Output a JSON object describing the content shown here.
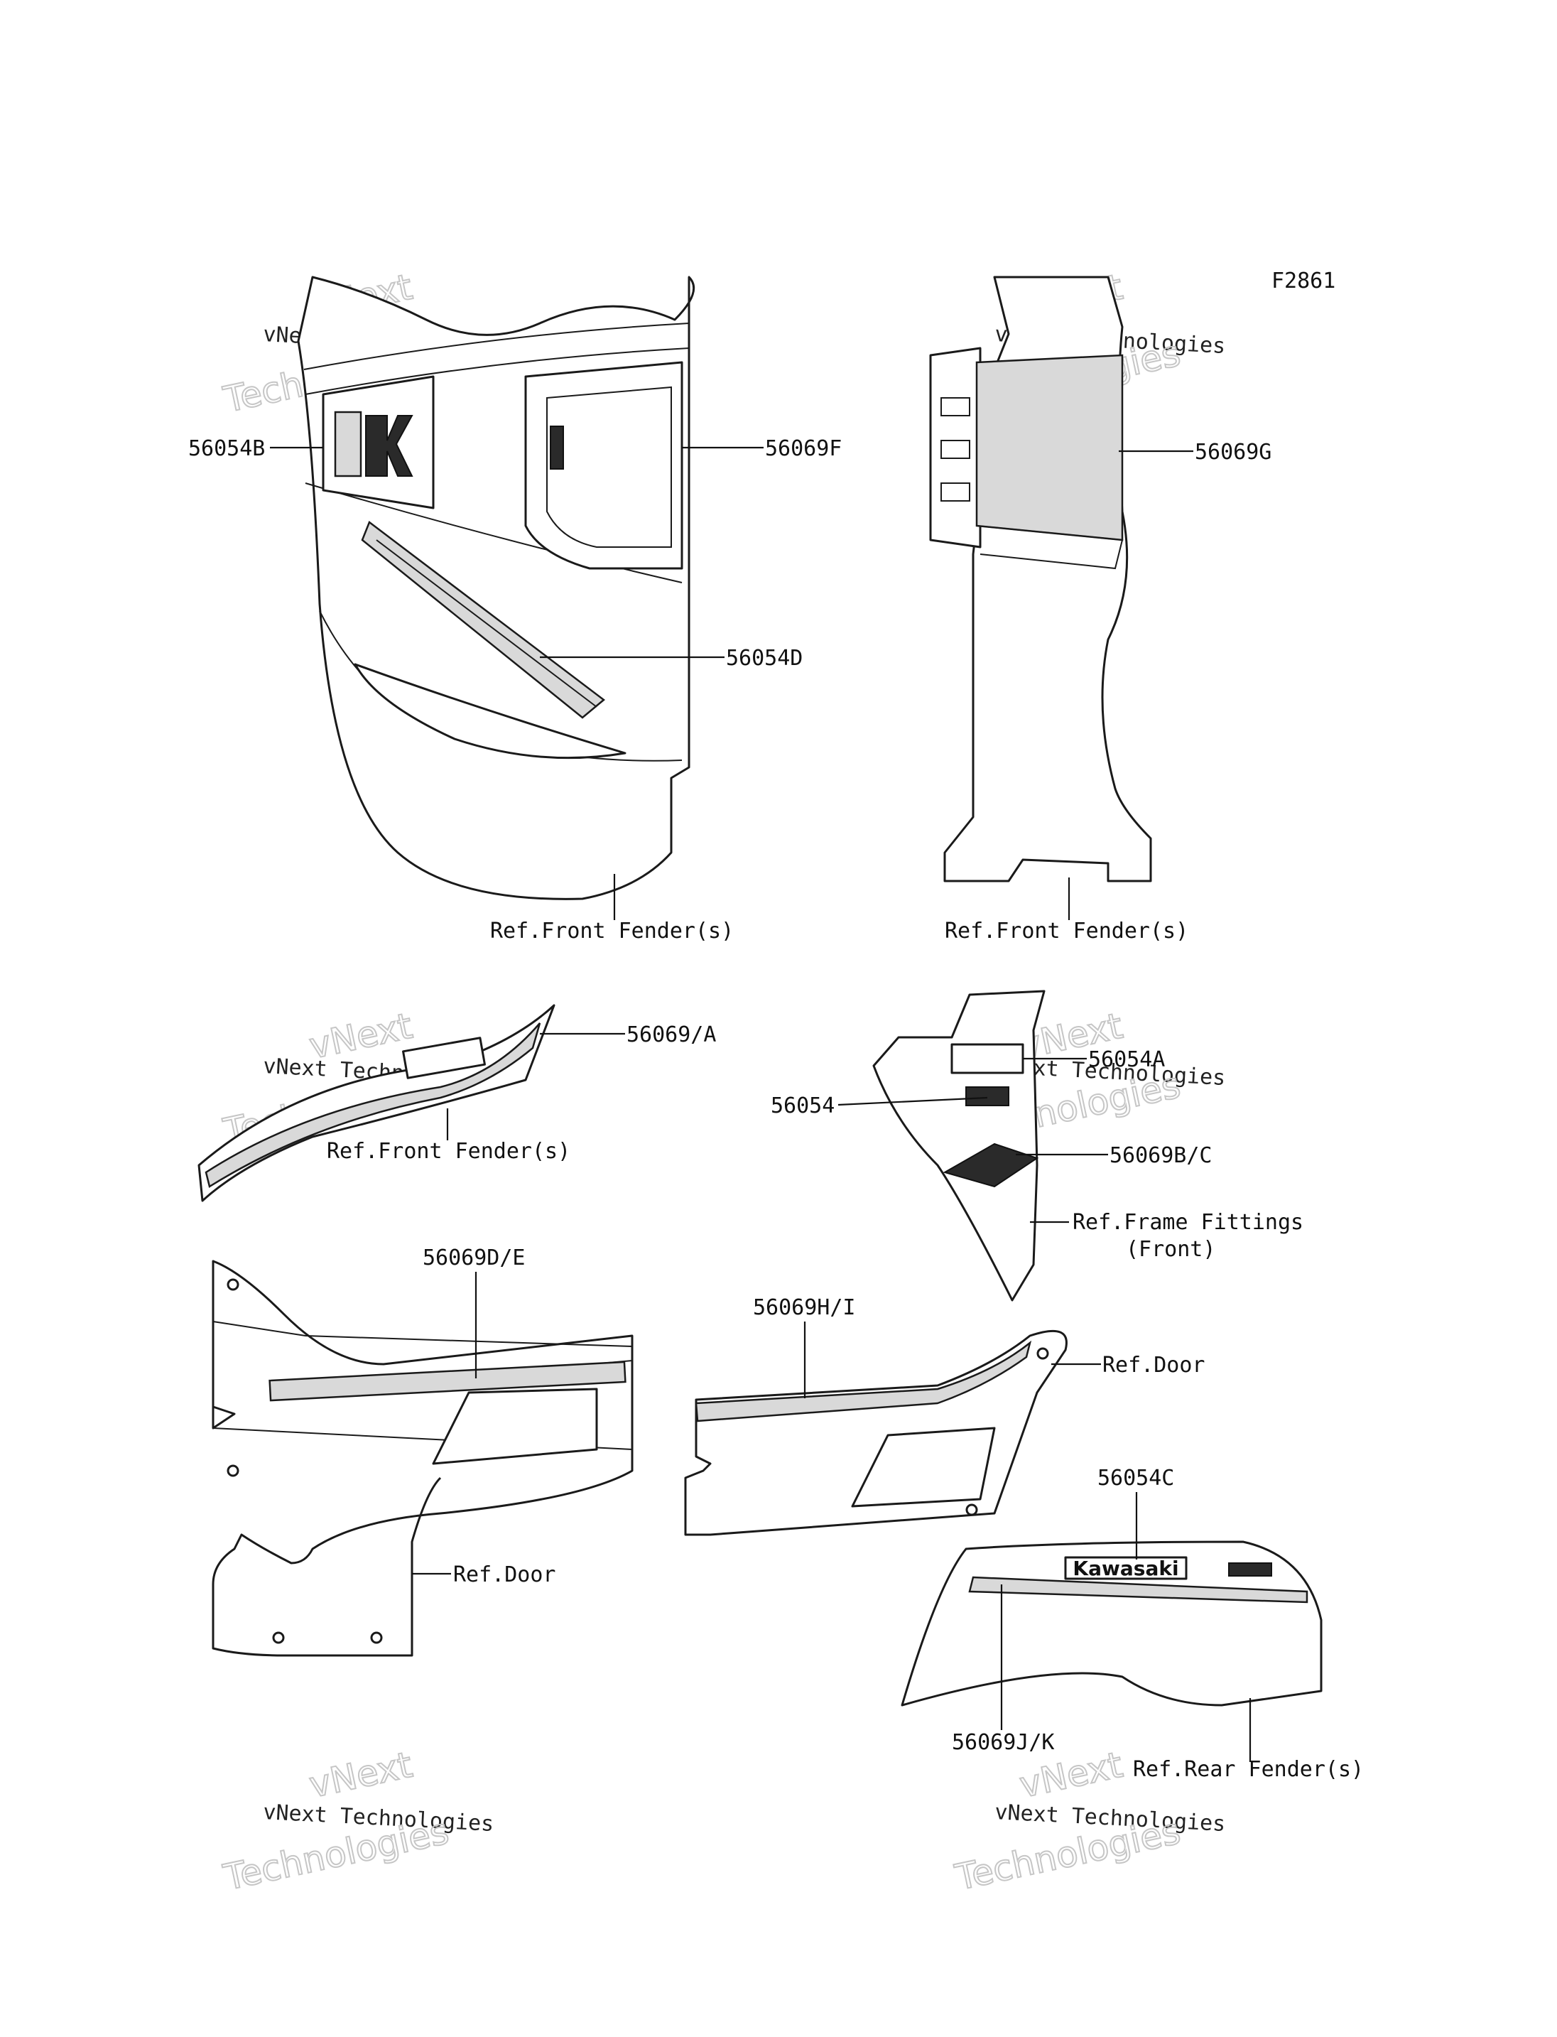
{
  "figure_code": "F2861",
  "watermark": {
    "line1": "vNext",
    "line2": "vNext Technologies",
    "line3": "Technologies"
  },
  "labels": {
    "p56054B": "56054B",
    "p56069F": "56069F",
    "p56054D": "56054D",
    "p56069G": "56069G",
    "ref_front_fender_1": "Ref.Front Fender(s)",
    "ref_front_fender_2": "Ref.Front Fender(s)",
    "p56069A": "56069/A",
    "ref_front_fender_3": "Ref.Front Fender(s)",
    "p56054A": "56054A",
    "p56054": "56054",
    "p56069BC": "56069B/C",
    "ref_frame_fittings_1": "Ref.Frame Fittings",
    "ref_frame_fittings_2": "(Front)",
    "p56069DE": "56069D/E",
    "p56069HI": "56069H/I",
    "ref_door_1": "Ref.Door",
    "ref_door_2": "Ref.Door",
    "p56054C": "56054C",
    "p56069JK": "56069J/K",
    "ref_rear_fender": "Ref.Rear Fender(s)"
  },
  "decal_text": {
    "kawasaki": "Kawasaki"
  }
}
